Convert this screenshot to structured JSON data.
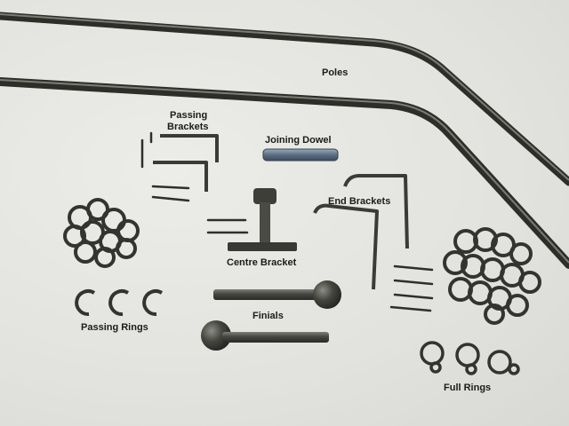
{
  "photo": {
    "labels": {
      "poles": "Poles",
      "passing_brackets_line1": "Passing",
      "passing_brackets_line2": "Brackets",
      "joining_dowel": "Joining Dowel",
      "end_brackets": "End Brackets",
      "centre_bracket": "Centre Bracket",
      "finials": "Finials",
      "passing_rings": "Passing Rings",
      "full_rings": "Full Rings"
    },
    "colors": {
      "background_cloth": "#e6e6e2",
      "metal": "#3b3c38",
      "metal_highlight": "#8a8c84",
      "dowel": "#6f7f92",
      "label_text": "#1b1b1b"
    }
  }
}
